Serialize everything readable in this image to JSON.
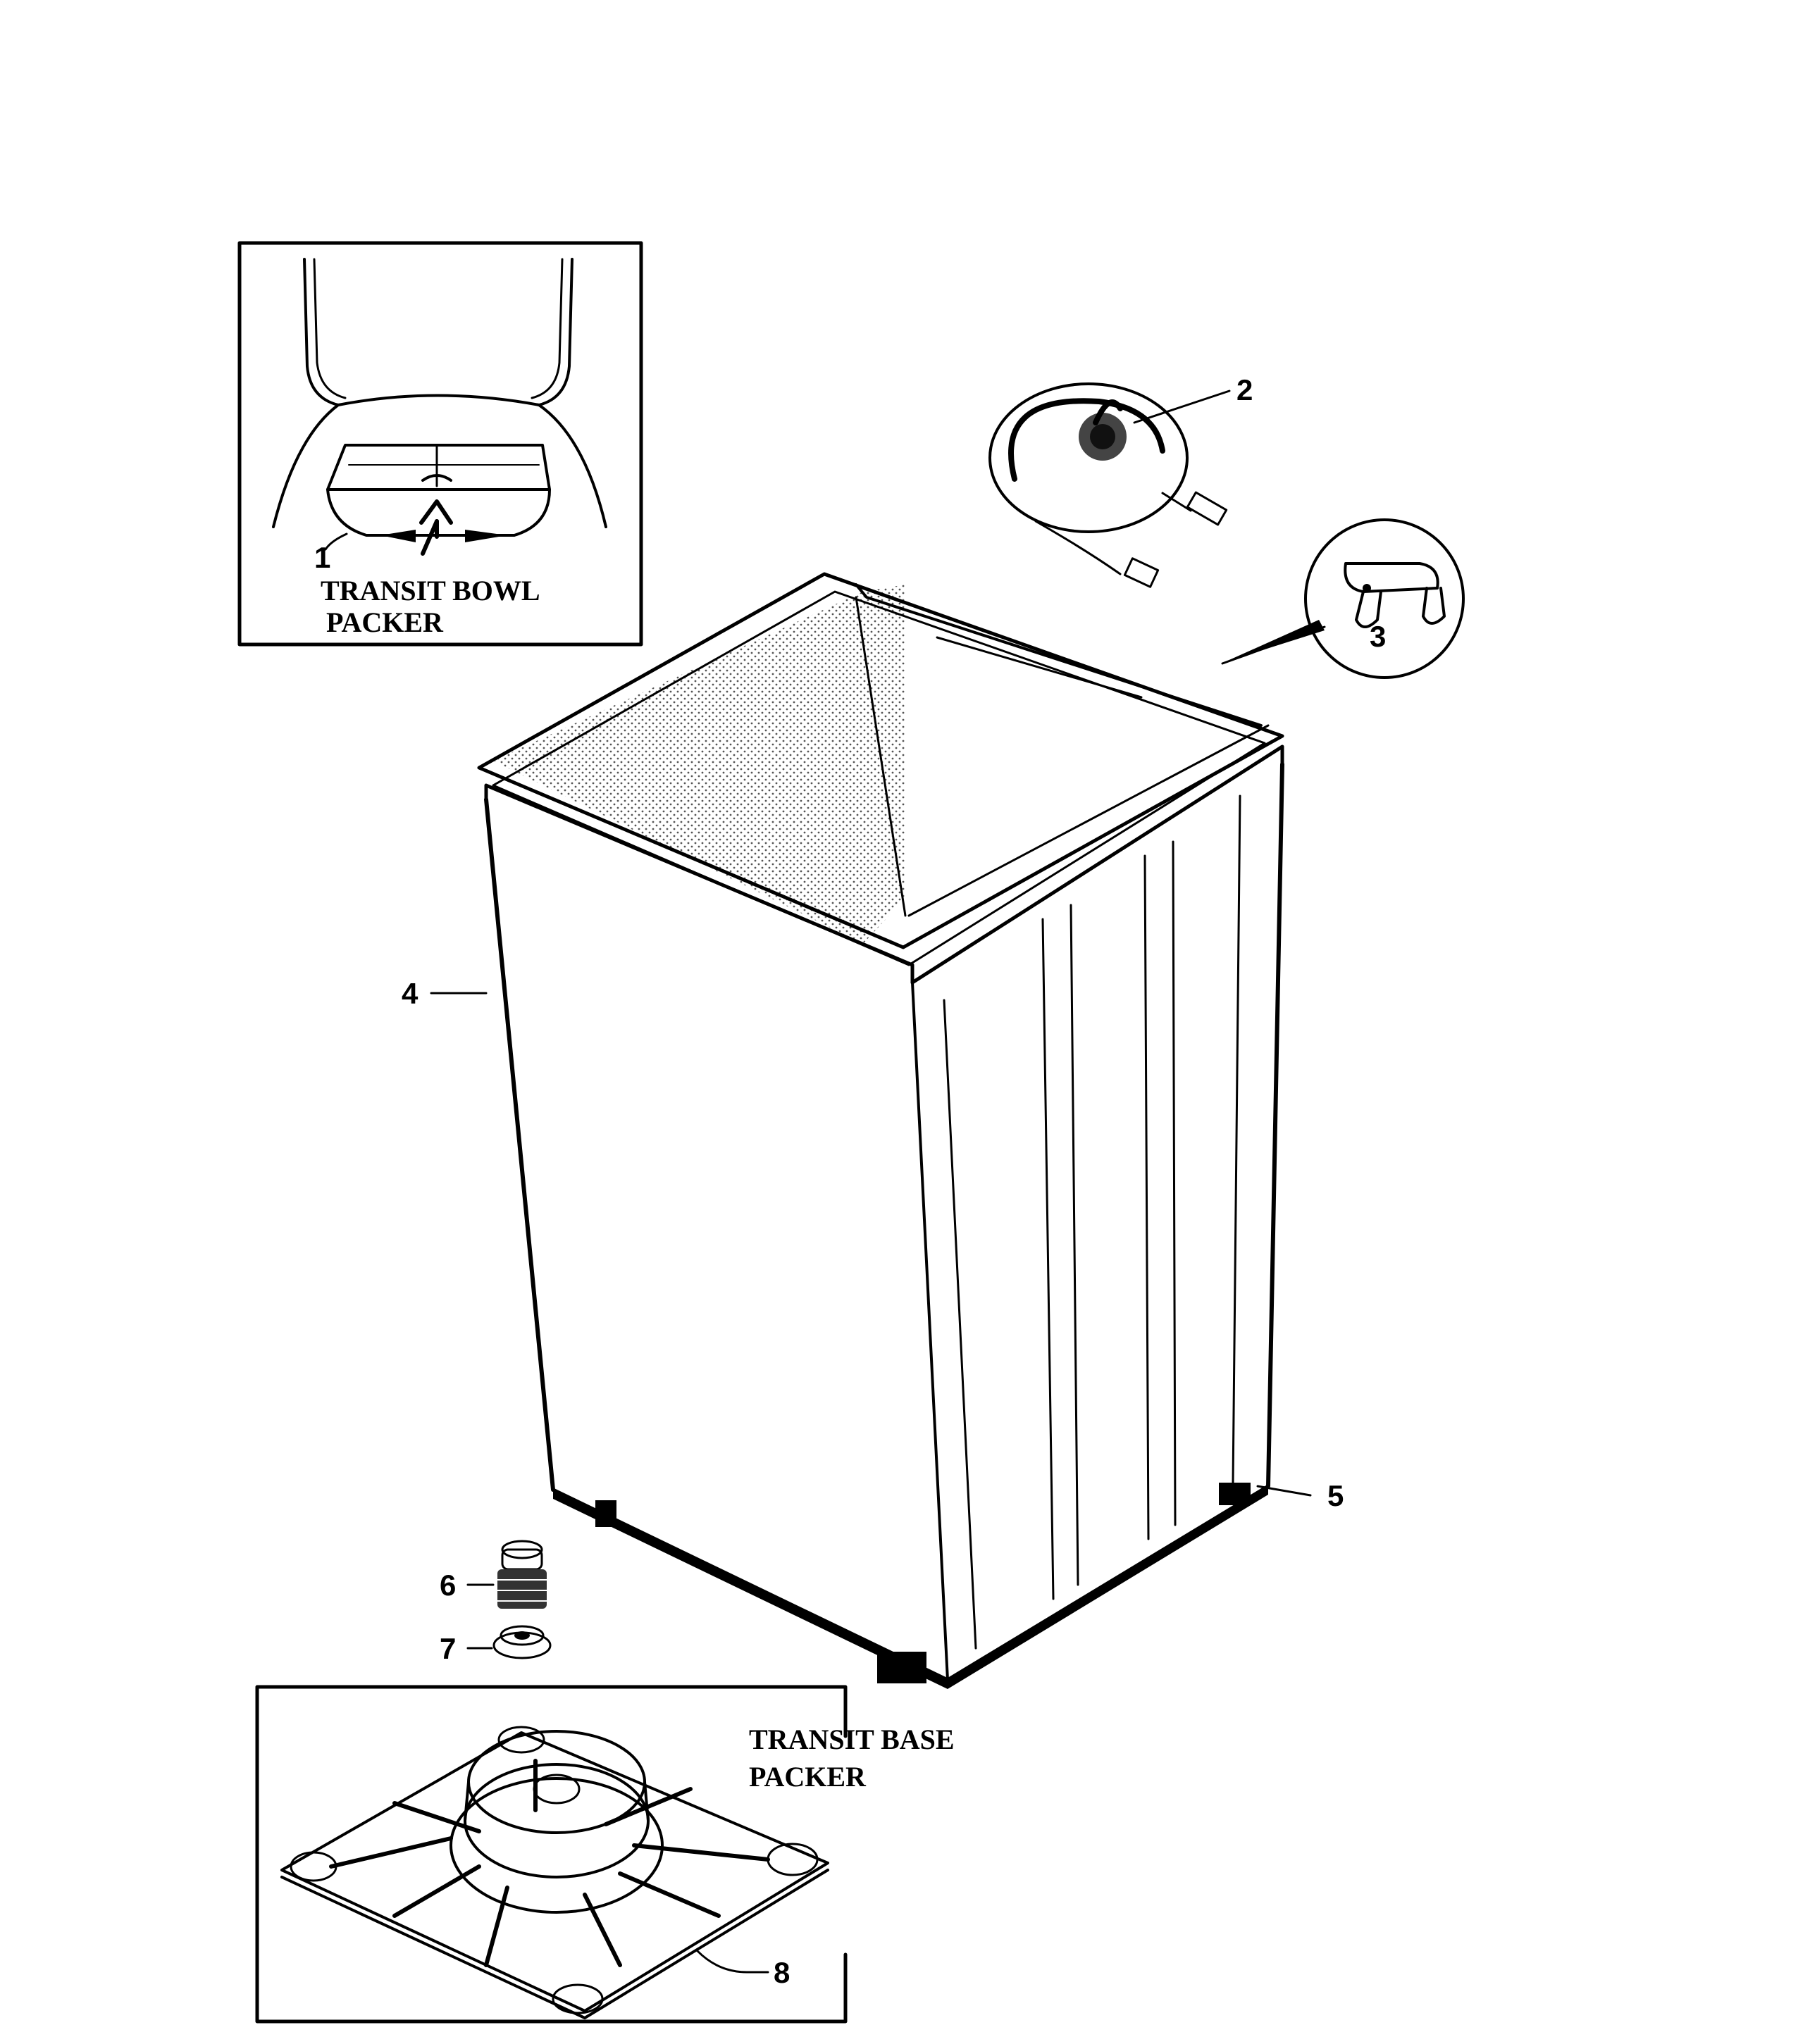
{
  "inset_bowl": {
    "callout": "1",
    "caption_line1": "TRANSIT BOWL",
    "caption_line2": "PACKER"
  },
  "inset_base": {
    "callout": "8",
    "caption_line1": "TRANSIT BASE",
    "caption_line2": "PACKER"
  },
  "callouts": {
    "drain_hose": "2",
    "hinge_clip": "3",
    "cabinet": "4",
    "foot": "5",
    "leveling_leg": "6",
    "foot_pad": "7"
  },
  "icons": {
    "cabinet": "washer-cabinet-icon",
    "hose": "drain-hose-icon",
    "clip": "hinge-clip-icon",
    "leg": "leveling-leg-icon",
    "pad": "foot-pad-icon",
    "bowl_packer": "bowl-packer-icon",
    "base_packer": "base-packer-icon"
  }
}
